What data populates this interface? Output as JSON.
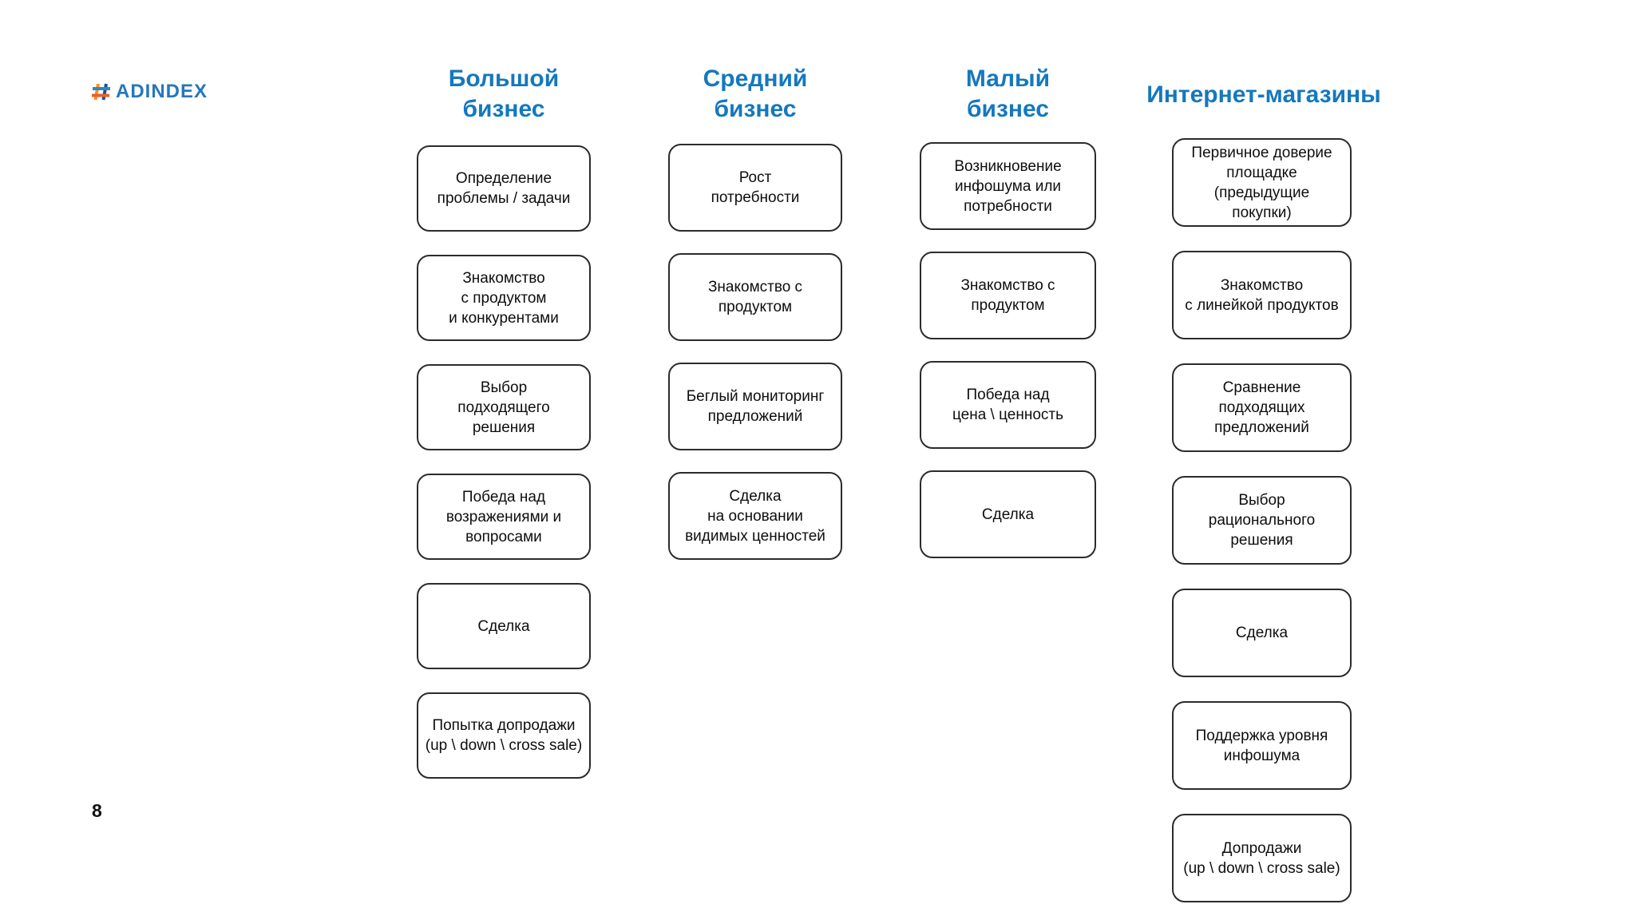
{
  "logo": {
    "text": "ADINDEX",
    "hash_icon": "hash-mosaic",
    "colors": {
      "text_blue": "#2577BD",
      "hash_orange": "#F7941E",
      "hash_navy": "#1B4F8C",
      "hash_blue": "#2E86C8",
      "hash_red_orange": "#E8612A"
    }
  },
  "page_number": "8",
  "theme": {
    "header_blue": "#1478BE",
    "box_border": "#2B2B2B",
    "box_text": "#0E0E0E",
    "background": "#FFFFFF"
  },
  "columns": [
    {
      "title": "Большой\nбизнес",
      "boxes": [
        "Определение\nпроблемы / задачи",
        "Знакомство\nс продуктом\nи конкурентами",
        "Выбор\nподходящего\nрешения",
        "Победа над\nвозражениями и\nвопросами",
        "Сделка",
        "Попытка допродажи\n(up \\ down \\ cross sale)"
      ]
    },
    {
      "title": "Средний\nбизнес",
      "boxes": [
        "Рост\nпотребности",
        "Знакомство с\nпродуктом",
        "Беглый мониторинг\nпредложений",
        "Сделка\nна основании\nвидимых ценностей"
      ]
    },
    {
      "title": "Малый\nбизнес",
      "boxes": [
        "Возникновение\nинфошума или\nпотребности",
        "Знакомство с\nпродуктом",
        "Победа над\nцена \\ ценность",
        "Сделка"
      ]
    },
    {
      "title": "Интернет-магазины",
      "boxes": [
        "Первичное доверие\nплощадке\n(предыдущие\nпокупки)",
        "Знакомство\nс линейкой продуктов",
        "Сравнение\nподходящих\nпредложений",
        "Выбор\nрационального\nрешения",
        "Сделка",
        "Поддержка уровня\nинфошума",
        "Допродажи\n(up \\ down \\ cross sale)"
      ]
    }
  ]
}
